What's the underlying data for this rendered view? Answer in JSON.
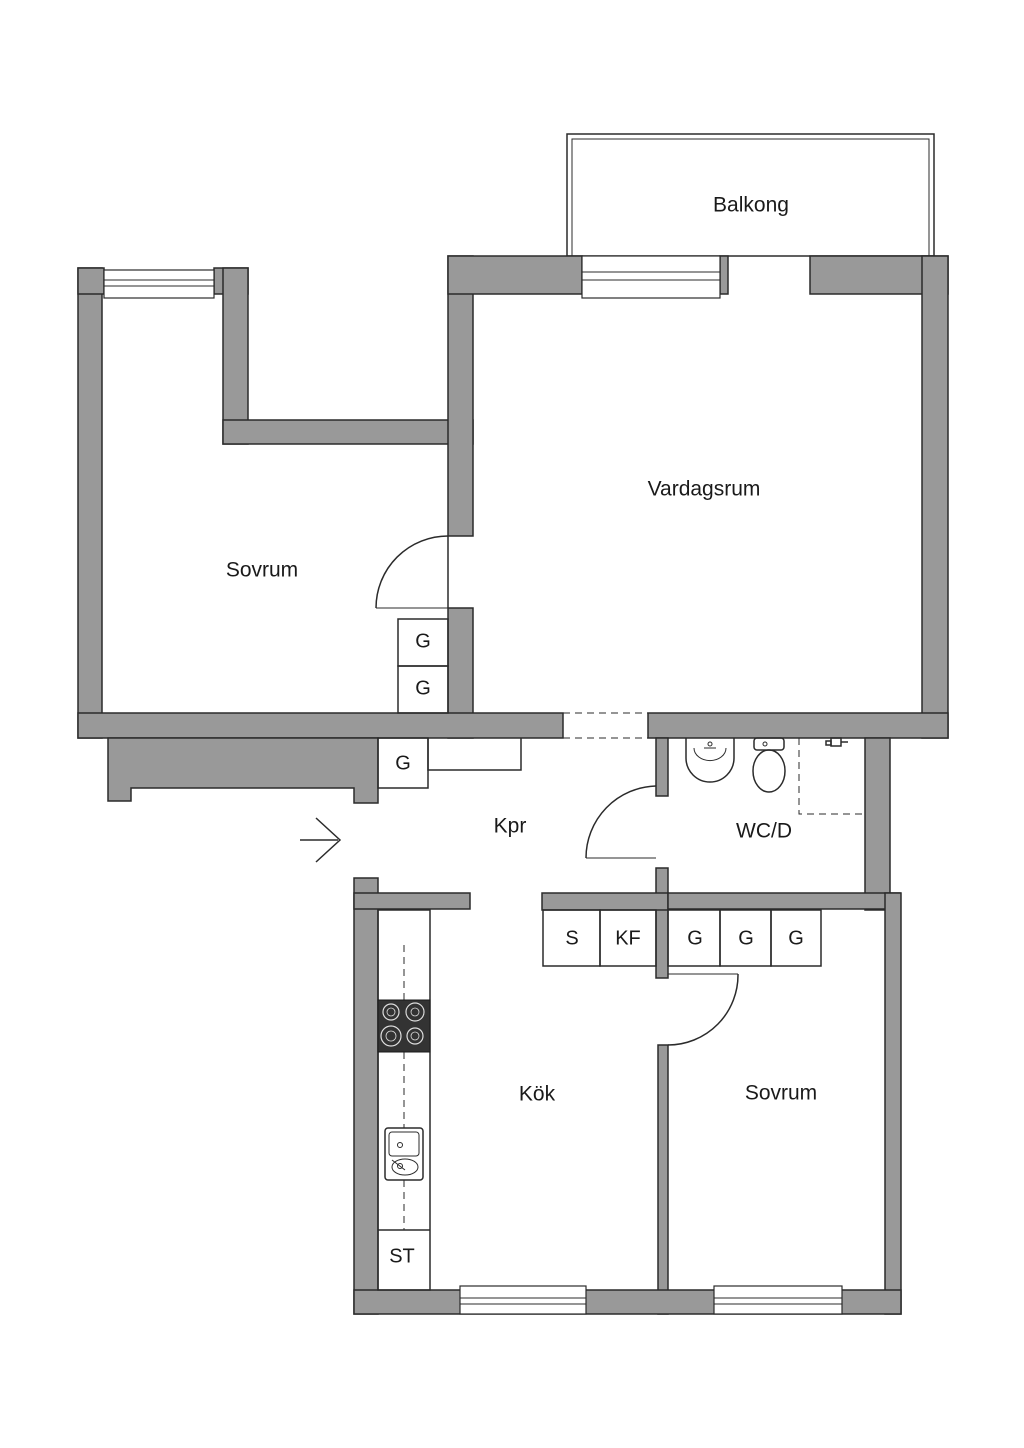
{
  "rooms": {
    "balkong": "Balkong",
    "vardagsrum": "Vardagsrum",
    "sovrum_1": "Sovrum",
    "sovrum_2": "Sovrum",
    "kpr": "Kpr",
    "wc": "WC/D",
    "kok": "Kök"
  },
  "closets": {
    "g1": "G",
    "g2": "G",
    "g3": "G",
    "s": "S",
    "kf": "KF",
    "g4": "G",
    "g5": "G",
    "g6": "G",
    "st": "ST"
  },
  "colors": {
    "wall": "#999999",
    "line": "#2b2b2b",
    "background": "#ffffff"
  }
}
